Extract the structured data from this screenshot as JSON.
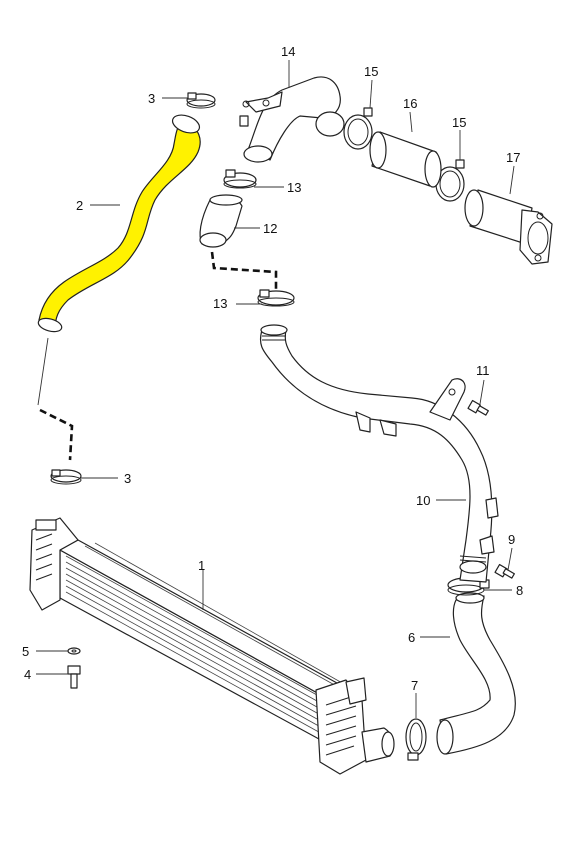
{
  "colors": {
    "highlight": "#fff200",
    "line": "#222222",
    "background": "#ffffff"
  },
  "callouts": [
    {
      "id": "c1",
      "text": "1"
    },
    {
      "id": "c2",
      "text": "2"
    },
    {
      "id": "c3a",
      "text": "3"
    },
    {
      "id": "c3b",
      "text": "3"
    },
    {
      "id": "c4",
      "text": "4"
    },
    {
      "id": "c5",
      "text": "5"
    },
    {
      "id": "c6",
      "text": "6"
    },
    {
      "id": "c7",
      "text": "7"
    },
    {
      "id": "c8",
      "text": "8"
    },
    {
      "id": "c9",
      "text": "9"
    },
    {
      "id": "c10",
      "text": "10"
    },
    {
      "id": "c11",
      "text": "11"
    },
    {
      "id": "c12",
      "text": "12"
    },
    {
      "id": "c13a",
      "text": "13"
    },
    {
      "id": "c13b",
      "text": "13"
    },
    {
      "id": "c14",
      "text": "14"
    },
    {
      "id": "c15a",
      "text": "15"
    },
    {
      "id": "c15b",
      "text": "15"
    },
    {
      "id": "c16",
      "text": "16"
    },
    {
      "id": "c17",
      "text": "17"
    }
  ]
}
